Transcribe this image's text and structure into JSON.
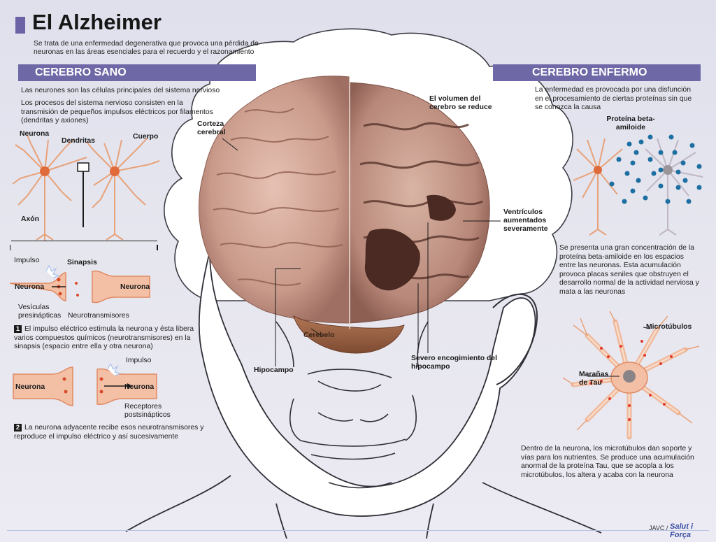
{
  "header": {
    "title": "El Alzheimer",
    "subtitle": "Se trata de una enfermedad degenerativa que provoca una pérdida de neuronas en las áreas esenciales para el recuerdo y el razonamiento"
  },
  "left": {
    "band": "CEREBRO SANO",
    "para1": "Las neurones son las células principales del sistema nervioso",
    "para2": "Los procesos del sistema nervioso consisten en la transmisión de pequeños impulsos eléctricos por filamentos (dendritas y axiones)",
    "labels": {
      "neurona": "Neurona",
      "dendritas": "Dendritas",
      "cuerpo": "Cuerpo",
      "axon": "Axón"
    },
    "synapse": {
      "impulso": "Impulso",
      "sinapsis": "Sinapsis",
      "neurona_left": "Neurona",
      "neurona_right": "Neurona",
      "vesiculas": "Vesículas presinápticas",
      "neurotransmisores": "Neurotransmisores"
    },
    "step1_num": "1",
    "step1": "El impulso eléctrico estimula la neurona y ésta libera varios compuestos químicos (neurotransmisores) en la sinapsis (espacio entre ella y otra neurona)",
    "step2_diagram": {
      "impulso": "Impulso",
      "neurona_left": "Neurona",
      "neurona_right": "Neurona",
      "receptores": "Receptores postsinápticos"
    },
    "step2_num": "2",
    "step2": "La neurona adyacente recibe esos neurotransmisores y reproduce el impulso eléctrico y así sucesivamente"
  },
  "brain": {
    "corteza": "Corteza cerebral",
    "hipocampo": "Hipocampo",
    "cerebelo": "Cerebelo",
    "volumen": "El volumen del cerebro se reduce",
    "ventriculos": "Ventrículos aumentados severamente",
    "encogimiento": "Severo encogimiento del hipocampo"
  },
  "right": {
    "band": "CEREBRO ENFERMO",
    "para1": "La enfermedad es provocada por una disfunción en el procesamiento de ciertas proteínas sin que se conozca la causa",
    "proteina": "Proteína beta-amiloide",
    "para2": "Se presenta una gran concentración de la proteína beta-amiloide en los espacios entre las neuronas. Esta acumulación provoca placas seniles que obstruyen el desarrollo normal de la actividad nerviosa y mata a las neuronas",
    "microtubulos": "Microtúbulos",
    "maranas": "Marañas de Tau",
    "para3": "Dentro de la neurona, los microtúbulos dan soporte y vías para los nutrientes. Se produce una acumulación anormal de la proteína Tau, que se acopla a los microtúbulos, los altera y acaba con la neurona"
  },
  "footer": {
    "credit": "JAVC /",
    "brand": "Salut i Força"
  },
  "colors": {
    "accent": "#6f68a7",
    "neuron": "#e8a27a",
    "amyloid": "#1c6fa0"
  }
}
